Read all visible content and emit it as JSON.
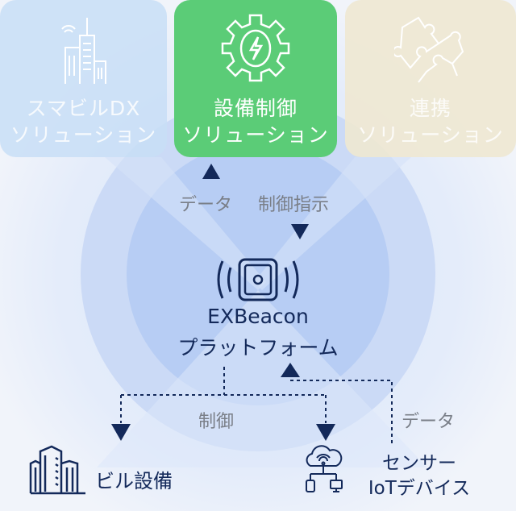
{
  "solutions": [
    {
      "line1": "スマビルDX",
      "line2": "ソリューション",
      "icon": "smart-building-icon"
    },
    {
      "line1": "設備制御",
      "line2": "ソリューション",
      "icon": "gear-lightning-icon"
    },
    {
      "line1": "連携",
      "line2": "ソリューション",
      "icon": "puzzle-icon"
    }
  ],
  "upper_flow": {
    "data_label": "データ",
    "control_label": "制御指示"
  },
  "platform": {
    "name": "EXBeacon",
    "subtitle": "プラットフォーム",
    "icon": "beacon-icon"
  },
  "lower_flow": {
    "control_label": "制御",
    "data_label": "データ"
  },
  "endpoints": {
    "building": {
      "label": "ビル設備",
      "icon": "buildings-icon"
    },
    "iot": {
      "line1": "センサー",
      "line2": "IoTデバイス",
      "icon": "cloud-network-icon"
    }
  },
  "colors": {
    "navy": "#13295a",
    "green": "#5bcc77",
    "blue_card": "#c8def6",
    "beige_card": "#eee8d2",
    "circle": "#b5cdf5"
  }
}
